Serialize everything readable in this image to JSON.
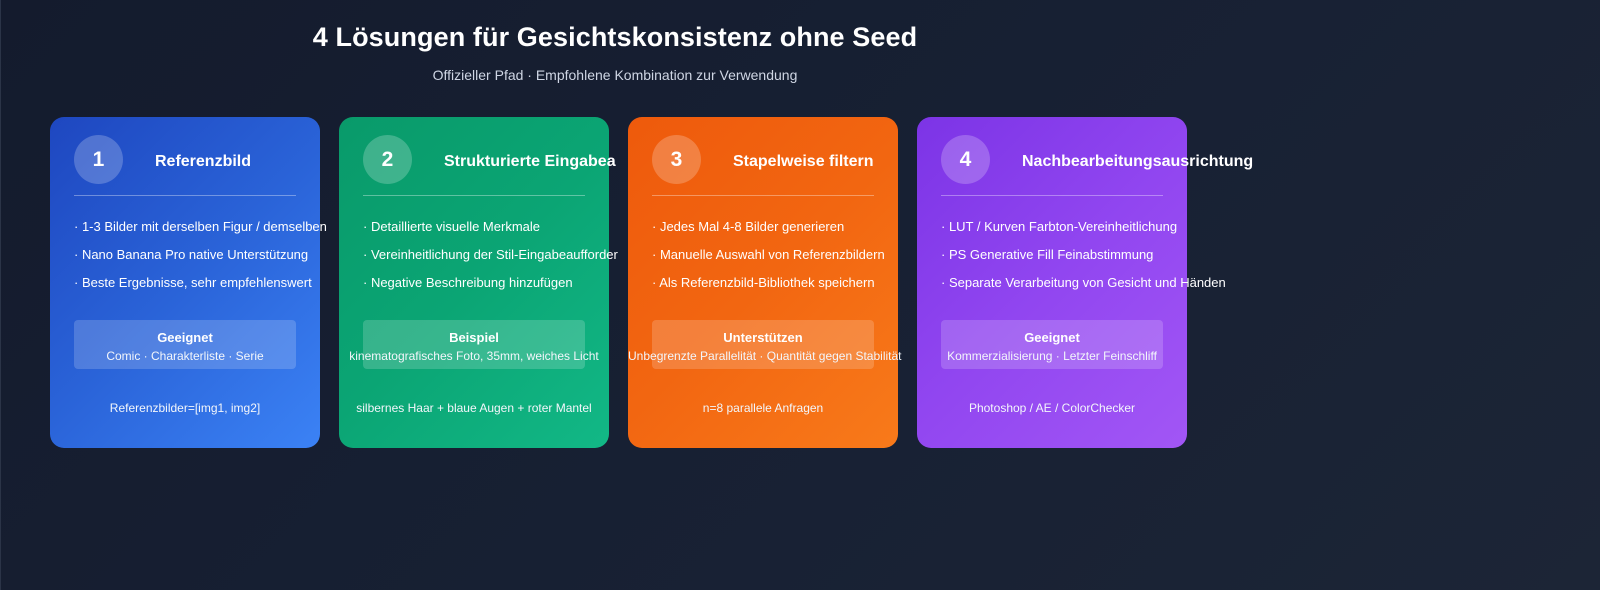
{
  "header": {
    "title": "4 Lösungen für Gesichtskonsistenz ohne Seed",
    "subtitle": "Offizieller Pfad · Empfohlene Kombination zur Verwendung"
  },
  "cards": [
    {
      "number": "1",
      "title": "Referenzbild",
      "bullets": [
        "· 1-3 Bilder mit derselben Figur / demselben",
        "· Nano Banana Pro native Unterstützung",
        "· Beste Ergebnisse, sehr empfehlenswert"
      ],
      "info_title": "Geeignet",
      "info_text": "Comic · Charakterliste · Serie",
      "footer": "Referenzbilder=[img1, img2]",
      "color": "#2a63d8"
    },
    {
      "number": "2",
      "title": "Strukturierte Eingabea",
      "bullets": [
        "· Detaillierte visuelle Merkmale",
        "· Vereinheitlichung der Stil-Eingabeaufforder",
        "· Negative Beschreibung hinzufügen"
      ],
      "info_title": "Beispiel",
      "info_text": "kinematografisches Foto, 35mm, weiches Licht",
      "footer": "silbernes Haar + blaue Augen + roter Mantel",
      "color": "#0ba574"
    },
    {
      "number": "3",
      "title": "Stapelweise filtern",
      "bullets": [
        "· Jedes Mal 4-8 Bilder generieren",
        "· Manuelle Auswahl von Referenzbildern",
        "· Als Referenzbild-Bibliothek speichern"
      ],
      "info_title": "Unterstützen",
      "info_text": "Unbegrenzte Parallelität · Quantität gegen Stabilität",
      "footer": "n=8 parallele Anfragen",
      "color": "#f26611"
    },
    {
      "number": "4",
      "title": "Nachbearbeitungsausrichtung",
      "bullets": [
        "· LUT / Kurven Farbton-Vereinheitlichung",
        "· PS Generative Fill Feinabstimmung",
        "· Separate Verarbeitung von Gesicht und Händen"
      ],
      "info_title": "Geeignet",
      "info_text": "Kommerzialisierung · Letzter Feinschliff",
      "footer": "Photoshop / AE / ColorChecker",
      "color": "#9146f0"
    }
  ]
}
